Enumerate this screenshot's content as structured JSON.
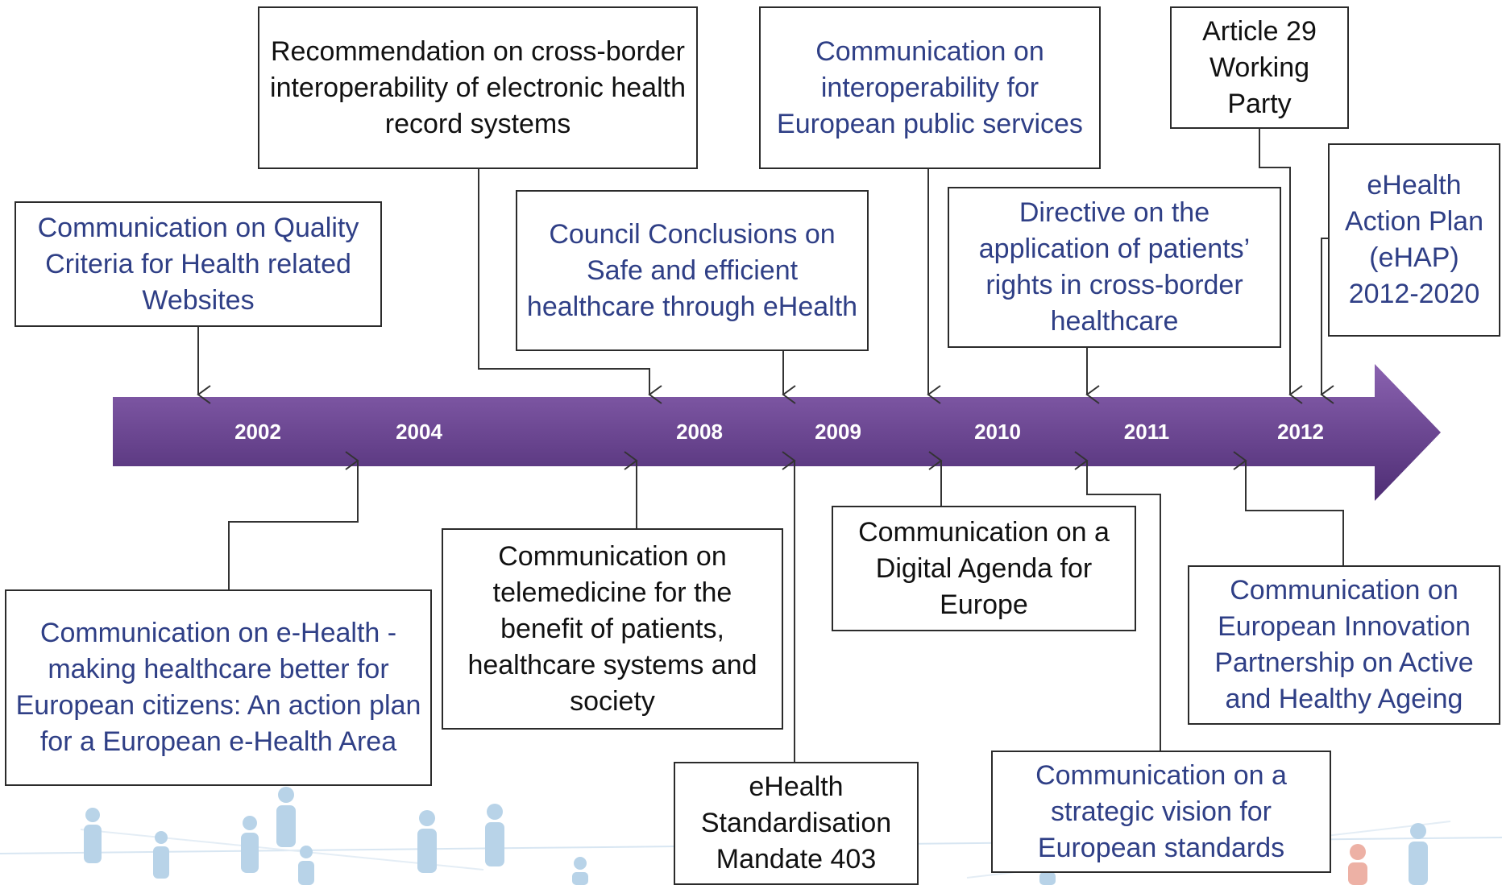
{
  "timeline": {
    "colors": {
      "arrow_top": "#8a62b0",
      "arrow_bottom": "#4e2d74",
      "event_blue": "#2f3f86",
      "event_black": "#111111",
      "connector": "#333333"
    },
    "years": [
      "2002",
      "2004",
      "2008",
      "2009",
      "2010",
      "2011",
      "2012"
    ],
    "events_above": [
      {
        "text": "Communication on Quality Criteria for Health related Websites",
        "color": "blue"
      },
      {
        "text": "Recommendation on cross-border interoperability of electronic health record systems",
        "color": "black"
      },
      {
        "text": "Council Conclusions on Safe and efficient healthcare through eHealth",
        "color": "blue"
      },
      {
        "text": "Communication on interoperability for European public services",
        "color": "blue"
      },
      {
        "text": "Directive on the application of patients’ rights in cross-border healthcare",
        "color": "blue"
      },
      {
        "text": "Article 29 Working Party",
        "color": "black"
      },
      {
        "text": "eHealth Action Plan (eHAP) 2012-2020",
        "color": "blue"
      }
    ],
    "events_below": [
      {
        "text": "Communication on e-Health - making healthcare better for European citizens: An action plan for a European e-Health Area",
        "color": "blue"
      },
      {
        "text": "Communication on telemedicine for the benefit of patients, healthcare systems and society",
        "color": "black"
      },
      {
        "text": "eHealth Standardisation Mandate 403",
        "color": "black"
      },
      {
        "text": "Communication on a Digital Agenda for Europe",
        "color": "black"
      },
      {
        "text": "Communication on a strategic vision for European standards",
        "color": "blue"
      },
      {
        "text": "Communication on European Innovation Partnership on Active and Healthy Ageing",
        "color": "blue"
      }
    ]
  }
}
